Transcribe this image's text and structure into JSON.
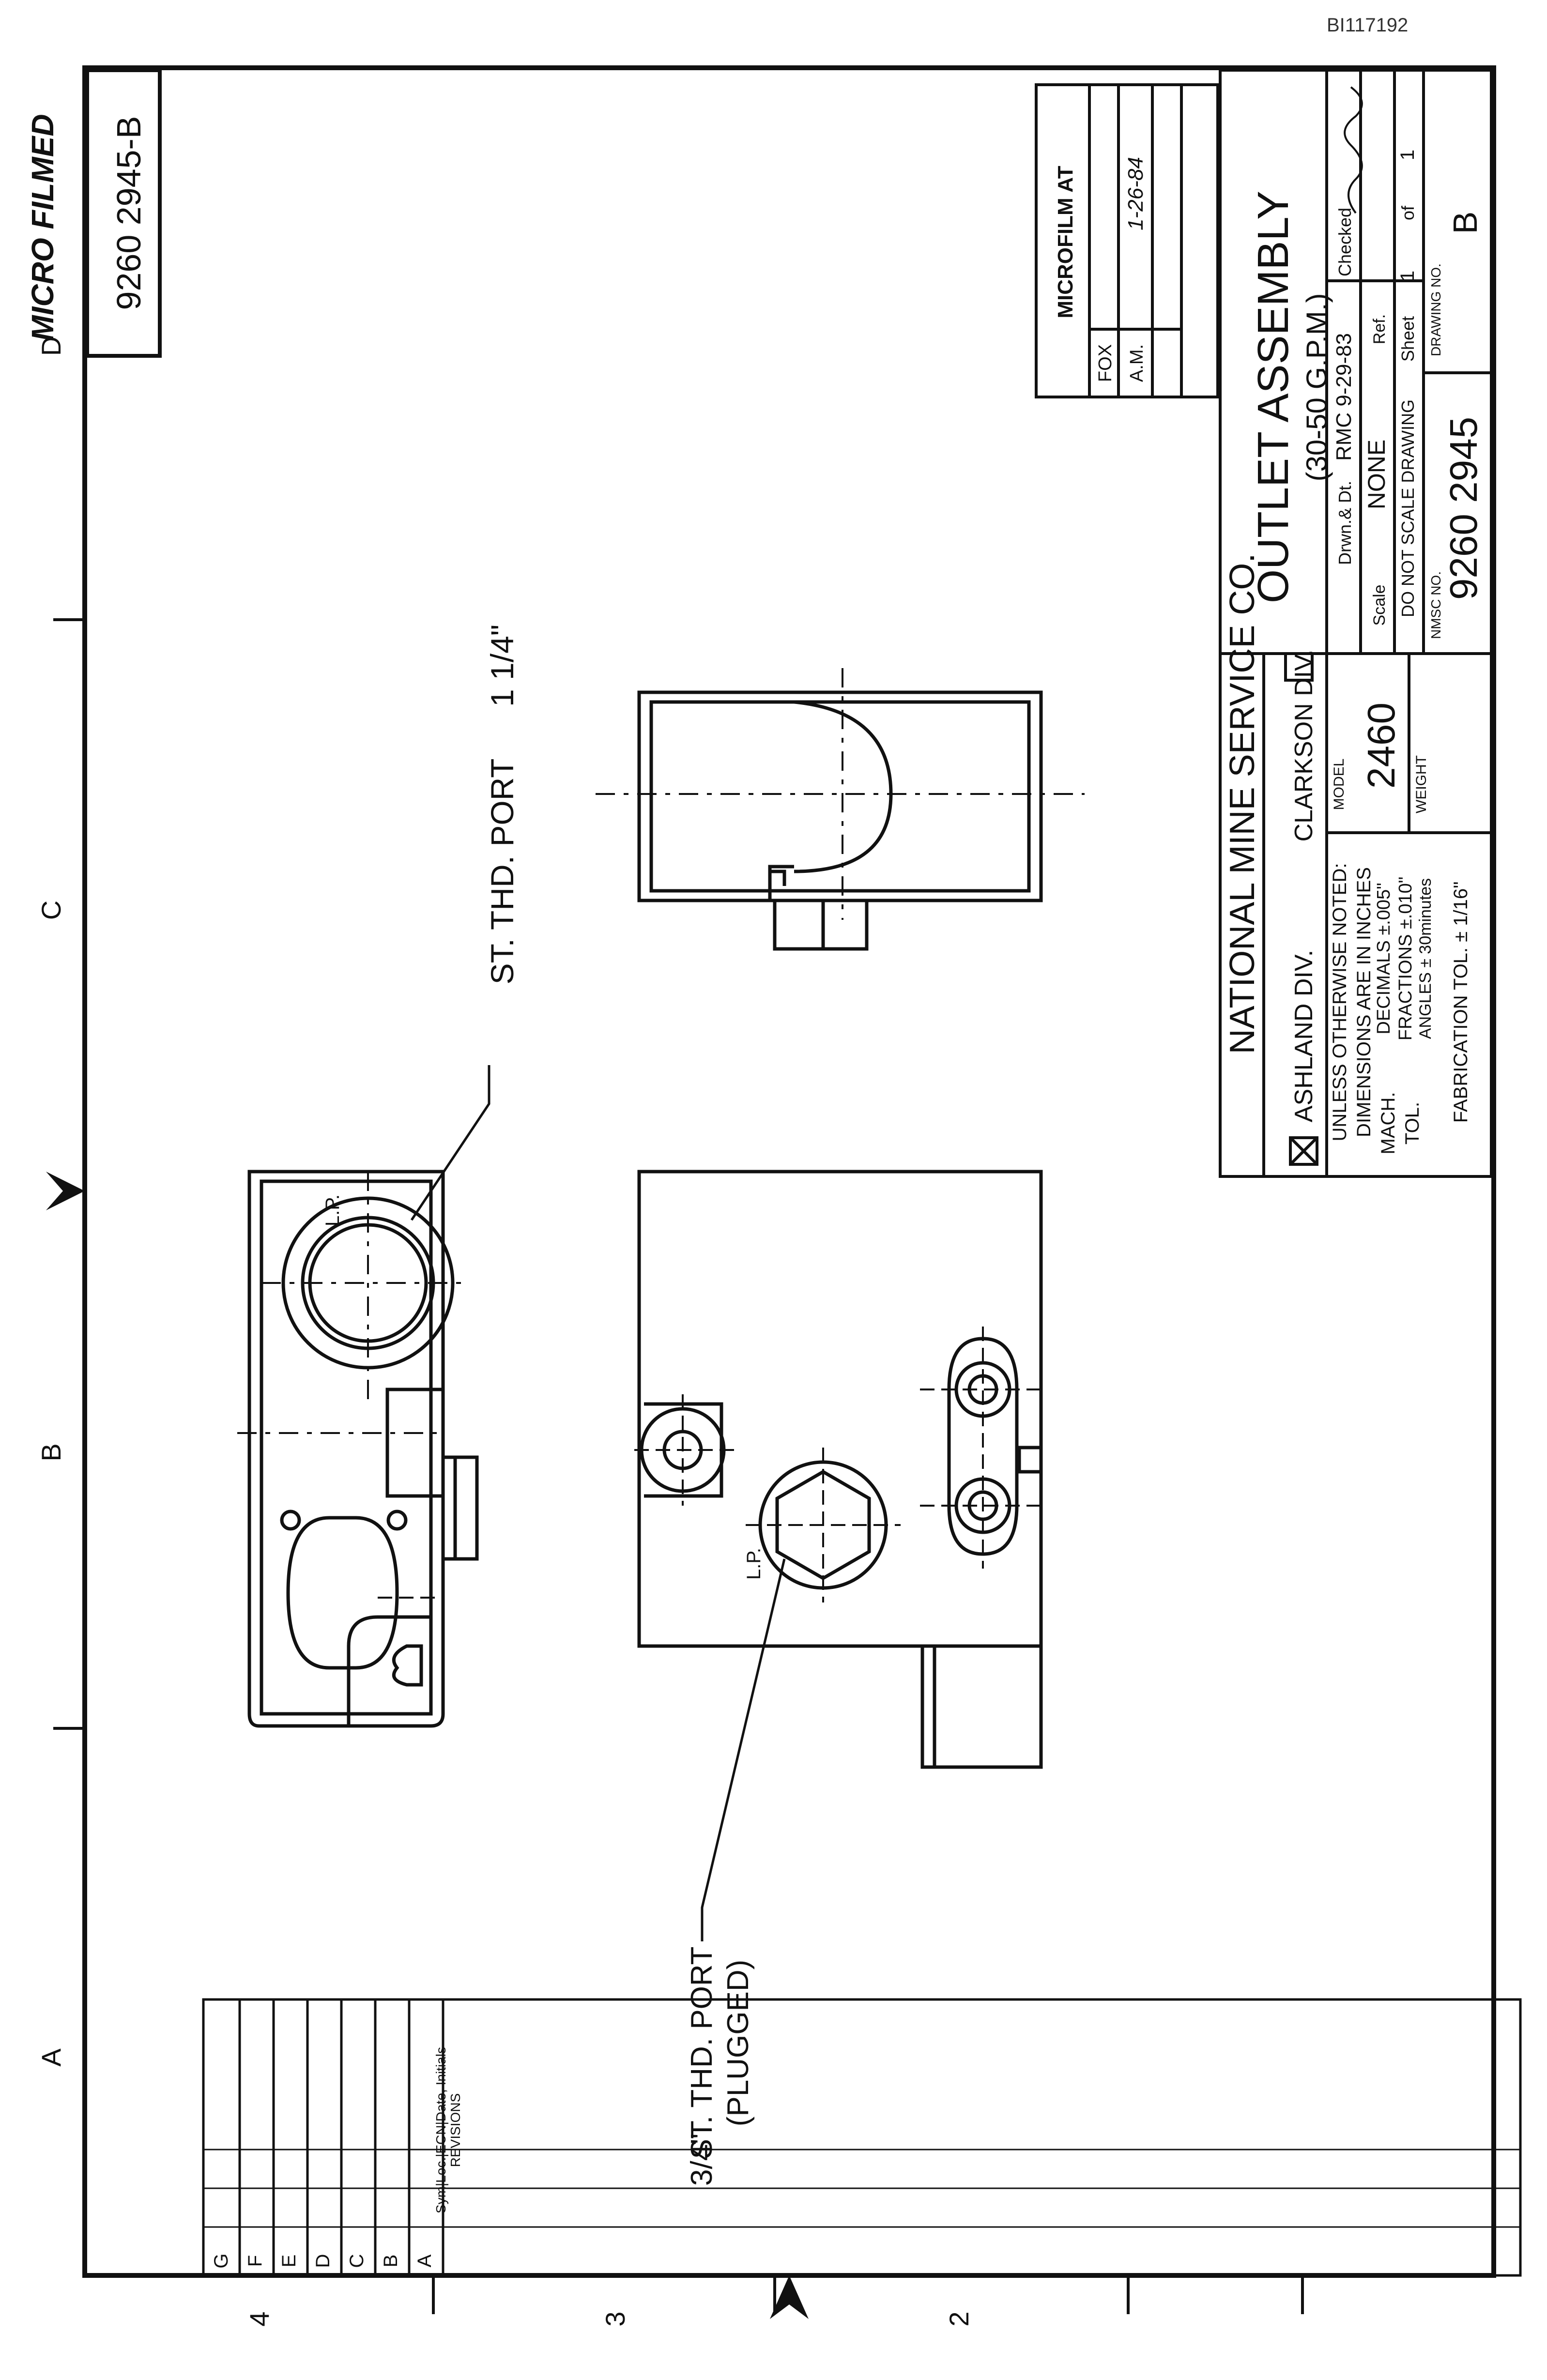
{
  "document_id": "BI117192",
  "microfilm_stamp": "MICRO FILMED",
  "drawing_ref": "9260 2945-B",
  "zone_letters": [
    "D",
    "C",
    "B",
    "A"
  ],
  "zone_numbers": [
    "4",
    "3",
    "2"
  ],
  "callouts": {
    "port_large": {
      "size": "1 1/4\"",
      "text": "ST. THD. PORT"
    },
    "port_small": {
      "size": "3/4\"",
      "text": "ST. THD. PORT",
      "note": "(PLUGGED)"
    },
    "lp_label": "L.P."
  },
  "microfilm_block": {
    "title": "MICROFILM AT",
    "rows": [
      {
        "label": "FOX",
        "value": ""
      },
      {
        "label": "A.M.",
        "value": "1-26-84"
      }
    ]
  },
  "title_block": {
    "company": "NATIONAL MINE SERVICE CO.",
    "div_ashland": "ASHLAND DIV.",
    "div_clarkson": "CLARKSON DIV.",
    "ashland_checked": "X",
    "title": "OUTLET ASSEMBLY",
    "subtitle": "(30-50 G.P.M.)",
    "notes": {
      "l1": "UNLESS OTHERWISE NOTED:",
      "l2": "DIMENSIONS ARE IN INCHES",
      "l3": "DECIMALS ±.005\"",
      "l4": "FRACTIONS ±.010\"",
      "l5": "ANGLES ± 30minutes",
      "mach": "MACH.",
      "tol": "TOL.",
      "fab": "FABRICATION TOL. ± 1/16\""
    },
    "model_label": "MODEL",
    "model_value": "2460",
    "weight_label": "WEIGHT",
    "drawn_label": "Drwn.& Dt.",
    "drawn_value": "RMC 9-29-83",
    "checked_label": "Checked",
    "scale_label": "Scale",
    "scale_value": "NONE",
    "ref_label": "Ref.",
    "do_not_scale": "DO NOT SCALE DRAWING",
    "sheet_label": "Sheet",
    "sheet_value": "1",
    "of_label": "of",
    "of_value": "1",
    "nmsc_label": "NMSC NO.",
    "nmsc_value": "9260 2945",
    "drawing_no_label": "DRAWING NO.",
    "drawing_no_value": "B"
  },
  "revisions": {
    "letters": [
      "G",
      "F",
      "E",
      "D",
      "C",
      "B",
      "A"
    ],
    "footer_label": "Sym|Loc.|ECN|Date, Initials",
    "title": "REVISIONS"
  }
}
